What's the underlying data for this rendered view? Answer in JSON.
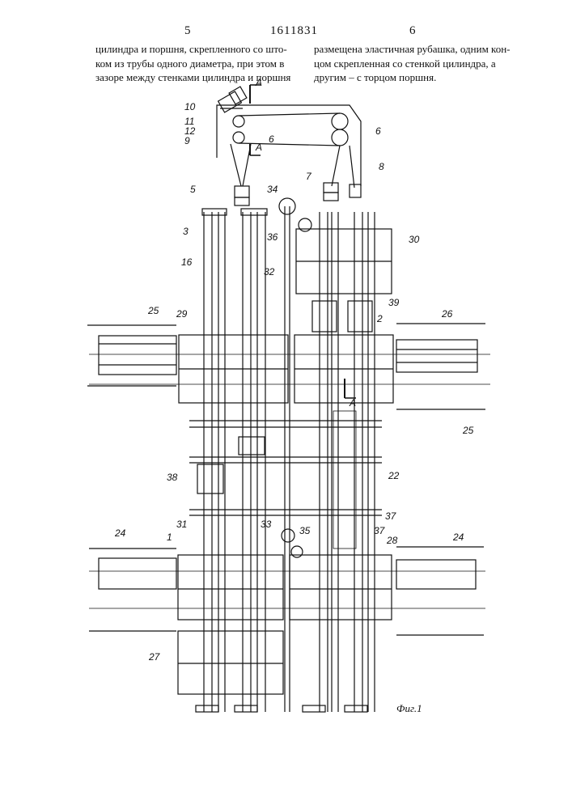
{
  "header": {
    "page_left": "5",
    "patent_number": "1611831",
    "page_right": "6"
  },
  "text": {
    "left_lines": [
      "цилиндра и поршня, скрепленного со што-",
      "ком из трубы одного диаметра, при этом в",
      "зазоре между стенками цилиндра и поршня"
    ],
    "right_lines": [
      "размещена эластичная рубашка, одним кон-",
      "цом скрепленная со стенкой цилиндра, а",
      "другим – с торцом поршня."
    ]
  },
  "figure": {
    "caption": "Фиг.1",
    "section_marks": [
      "А",
      "А",
      "А"
    ],
    "labels": [
      "10",
      "11",
      "12",
      "9",
      "6",
      "6",
      "8",
      "7",
      "5",
      "34",
      "36",
      "30",
      "3",
      "16",
      "32",
      "39",
      "25",
      "29",
      "2",
      "26",
      "25",
      "22",
      "38",
      "37",
      "37",
      "24",
      "31",
      "33",
      "35",
      "28",
      "1",
      "24",
      "27"
    ]
  }
}
